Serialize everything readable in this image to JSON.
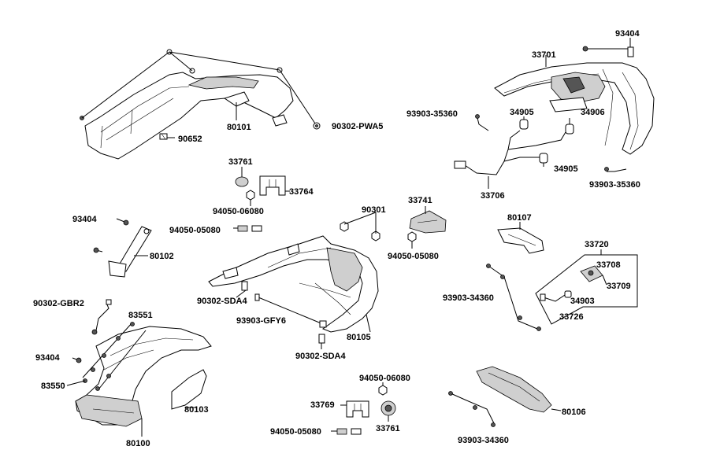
{
  "labels": {
    "p93404_top": "93404",
    "p33701": "33701",
    "p93903_35360_a": "93903-35360",
    "p34905_a": "34905",
    "p34906": "34906",
    "p34905_b": "34905",
    "p93903_35360_b": "93903-35360",
    "p33706": "33706",
    "p90302_pwa5": "90302-PWA5",
    "p90652": "90652",
    "p80101": "80101",
    "p33761_a": "33761",
    "p33764": "33764",
    "p94050_06080_a": "94050-06080",
    "p33741": "33741",
    "p90301": "90301",
    "p94050_05080_a": "94050-05080",
    "p94050_05080_b": "94050-05080",
    "p93404_mid": "93404",
    "p80102": "80102",
    "p80107": "80107",
    "p33720": "33720",
    "p33708": "33708",
    "p33709": "33709",
    "p34903": "34903",
    "p33726": "33726",
    "p93903_34360_a": "93903-34360",
    "p90302_sda4_a": "90302-SDA4",
    "p93903_gfy6": "93903-GFY6",
    "p80105": "80105",
    "p90302_sda4_b": "90302-SDA4",
    "p90302_gbr2": "90302-GBR2",
    "p83551": "83551",
    "p93404_low": "93404",
    "p83550": "83550",
    "p80103": "80103",
    "p80100": "80100",
    "p94050_06080_b": "94050-06080",
    "p33769": "33769",
    "p33761_b": "33761",
    "p94050_05080_c": "94050-05080",
    "p93903_34360_b": "93903-34360",
    "p80106": "80106"
  }
}
